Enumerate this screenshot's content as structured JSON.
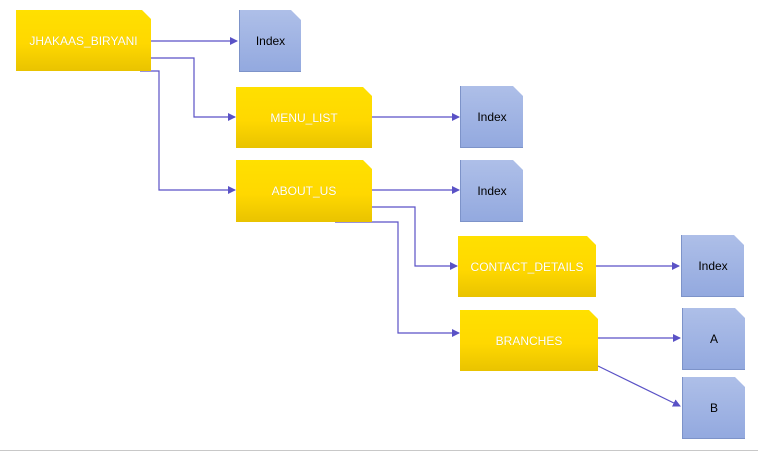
{
  "colors": {
    "folder": "#ffd800",
    "folder_text": "#ffffff",
    "document": "#9fb3e3",
    "connector": "#5a52c6"
  },
  "nodes": {
    "root": {
      "label": "JHAKAAS_BIRYANI",
      "icon": "folder-icon"
    },
    "menu_list": {
      "label": "MENU_LIST",
      "icon": "folder-icon"
    },
    "about_us": {
      "label": "ABOUT_US",
      "icon": "folder-icon"
    },
    "contact_details": {
      "label": "CONTACT_DETAILS",
      "icon": "folder-icon"
    },
    "branches": {
      "label": "BRANCHES",
      "icon": "folder-icon"
    },
    "root_index": {
      "label": "Index",
      "icon": "document-icon"
    },
    "menu_index": {
      "label": "Index",
      "icon": "document-icon"
    },
    "about_index": {
      "label": "Index",
      "icon": "document-icon"
    },
    "contact_index": {
      "label": "Index",
      "icon": "document-icon"
    },
    "branch_a": {
      "label": "A",
      "icon": "document-icon"
    },
    "branch_b": {
      "label": "B",
      "icon": "document-icon"
    }
  }
}
